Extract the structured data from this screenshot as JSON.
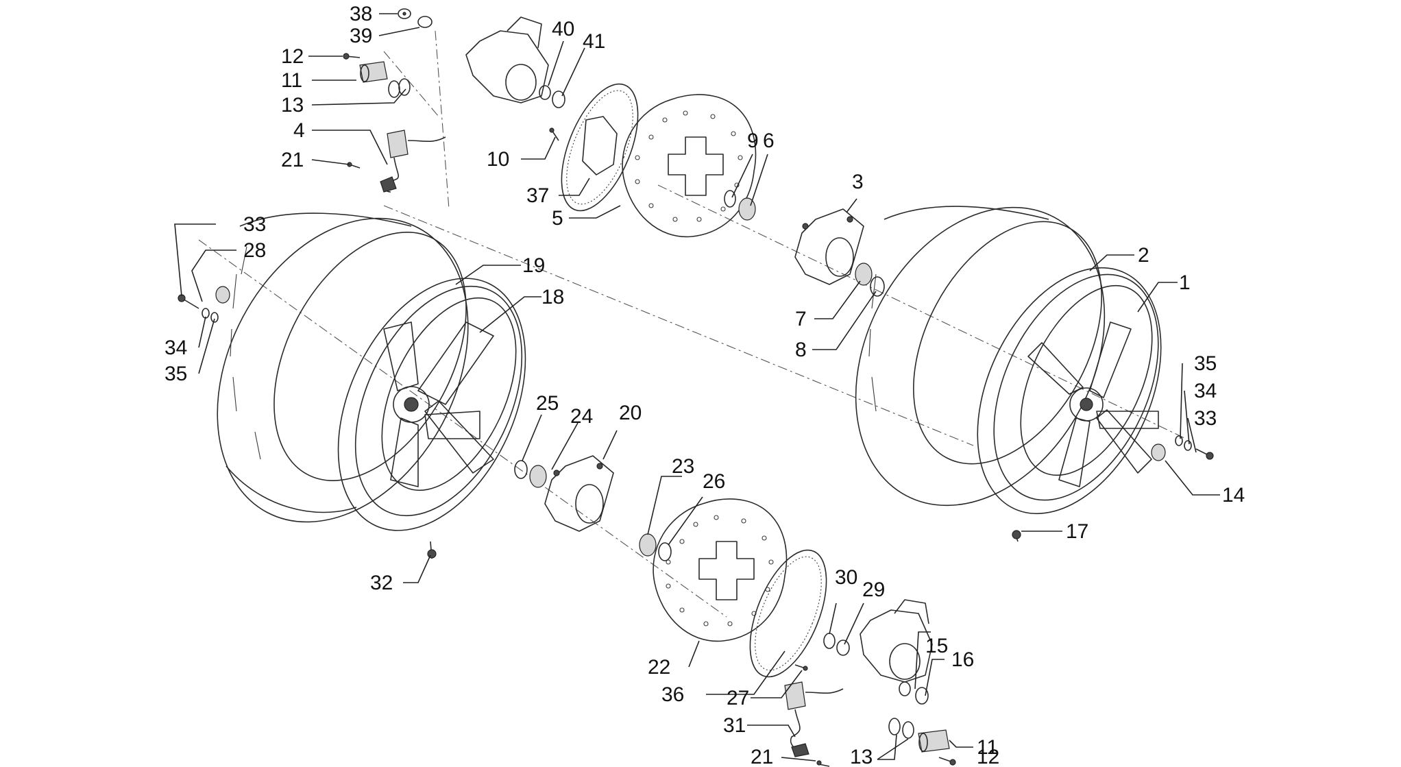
{
  "diagram": {
    "callouts": [
      "1",
      "2",
      "3",
      "4",
      "5",
      "6",
      "7",
      "8",
      "9",
      "10",
      "11",
      "12",
      "13",
      "14",
      "15",
      "16",
      "17",
      "18",
      "19",
      "20",
      "21",
      "22",
      "23",
      "24",
      "25",
      "26",
      "27",
      "28",
      "29",
      "30",
      "31",
      "32",
      "33",
      "34",
      "35",
      "36",
      "37",
      "38",
      "39",
      "40",
      "41",
      "11",
      "12",
      "13",
      "21",
      "33",
      "34",
      "35"
    ],
    "colors": {
      "line": "#2a2a2a",
      "background": "#ffffff"
    }
  }
}
